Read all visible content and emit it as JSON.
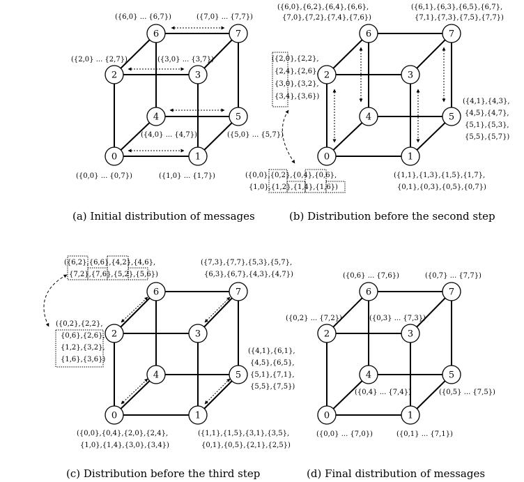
{
  "panels": [
    {
      "caption": "(a)  Initial distribution of messages",
      "labels": [
        "({6,0} ... {6,7})",
        "({7,0} ... {7,7})",
        "({2,0} ... {2,7})",
        "({3,0} ... {3,7})",
        "({4,0} ... {4,7})",
        "({5,0} ... {5,7})",
        "({0,0} ... {0,7})",
        "({1,0} ... {1,7})"
      ]
    },
    {
      "caption": "(b)  Distribution before the second step",
      "labels": [
        "({6,0},{6,2},{6,4},{6,6},",
        "{7,0},{7,2},{7,4},{7,6})",
        "({6,1},{6,3},{6,5},{6,7},",
        "{7,1},{7,3},{7,5},{7,7})",
        "({2,0},{2,2},",
        "{2,4},{2,6},",
        "{3,0},{3,2},",
        "{3,4},{3,6})",
        "({4,1},{4,3},",
        "{4,5},{4,7},",
        "{5,1},{5,3},",
        "{5,5},{5,7})",
        "({0,0},{0,2},{0,4},{0,6},",
        "{1,0},{1,2},{1,4},{1,6})",
        "({1,1},{1,3},{1,5},{1,7},",
        "{0,1},{0,3},{0,5},{0,7})"
      ]
    },
    {
      "caption": "(c)  Distribution before the third step",
      "labels": [
        "({6,2},{6,6},{4,2},{4,6},",
        "{7,2},{7,6},{5,2},{5,6})",
        "({7,3},{7,7},{5,3},{5,7},",
        "{6,3},{6,7},{4,3},{4,7})",
        "({0,2},{2,2},",
        "{0,6},{2,6},",
        "{1,2},{3,2},",
        "{1,6},{3,6})",
        "({4,1},{6,1},",
        "{4,5},{6,5},",
        "{5,1},{7,1},",
        "{5,5},{7,5})",
        "({0,0},{0,4},{2,0},{2,4},",
        "{1,0},{1,4},{3,0},{3,4})",
        "({1,1},{1,5},{3,1},{3,5},",
        "{0,1},{0,5},{2,1},{2,5})"
      ]
    },
    {
      "caption": "(d)  Final distribution of messages",
      "labels": [
        "({0,6} ... {7,6})",
        "({0,7} ... {7,7})",
        "({0,2} ... {7,2})",
        "({0,3} ... {7,3})",
        "({0,4} ... {7,4})",
        "({0,5} ... {7,5})",
        "({0,0} ... {7,0})",
        "({0,1} ... {7,1})"
      ]
    }
  ],
  "node_ids": [
    "0",
    "1",
    "2",
    "3",
    "4",
    "5",
    "6",
    "7"
  ]
}
